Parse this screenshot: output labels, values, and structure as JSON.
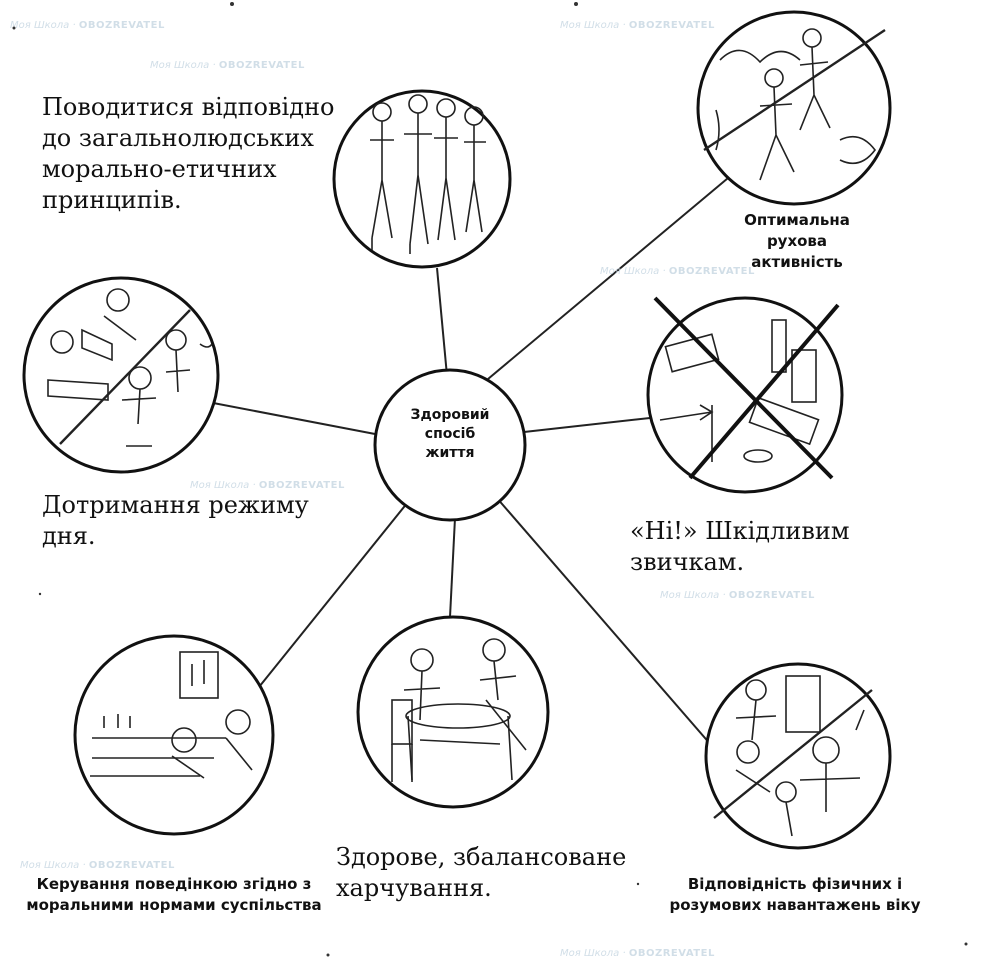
{
  "center": {
    "label_line1": "Здоровий",
    "label_line2": "спосіб",
    "label_line3": "життя"
  },
  "nodes": {
    "morals": {
      "text": "Поводитися відповідно до загальнолюдських морально-етичних принципів.",
      "icon": "group-of-people-illustration"
    },
    "activity": {
      "text": "Оптимальна рухова активність",
      "icon": "running-people-illustration"
    },
    "habits": {
      "text": "«Ні!» Шкідливим звичкам.",
      "icon": "crossed-out-bad-habits-illustration"
    },
    "load": {
      "text": "Відповідність фізичних і розумових навантажень віку",
      "icon": "study-and-exercise-illustration"
    },
    "nutrition": {
      "text": "Здорове, збалансоване харчування.",
      "icon": "family-dinner-illustration"
    },
    "behavior": {
      "text": "Керування поведінкою згідно з моральними нормами суспільства",
      "icon": "concert-audience-illustration"
    },
    "regime": {
      "text": "Дотримання режиму дня.",
      "icon": "study-and-play-illustration"
    }
  },
  "watermark": {
    "brand": "Моя Школа",
    "partner": "OBOZREVATEL"
  }
}
